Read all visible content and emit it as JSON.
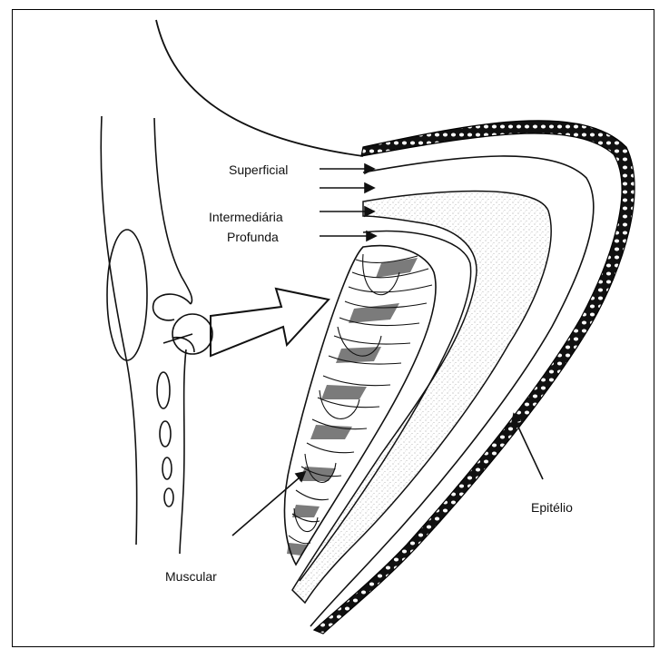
{
  "labels": {
    "superficial": "Superficial",
    "intermediaria": "Intermediária",
    "profunda": "Profunda",
    "muscular": "Muscular",
    "epitelio": "Epitélio"
  },
  "colors": {
    "ink": "#111111",
    "stipple": "#8a8a8a",
    "background": "#ffffff"
  }
}
